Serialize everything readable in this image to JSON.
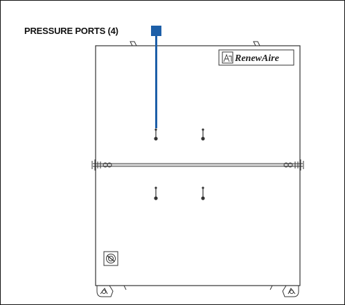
{
  "callout": {
    "label": "PRESSURE PORTS (4)",
    "marker_color": "#1d5fa8"
  },
  "unit": {
    "brand_name": "RenewAire",
    "pressure_port_count": 4
  }
}
